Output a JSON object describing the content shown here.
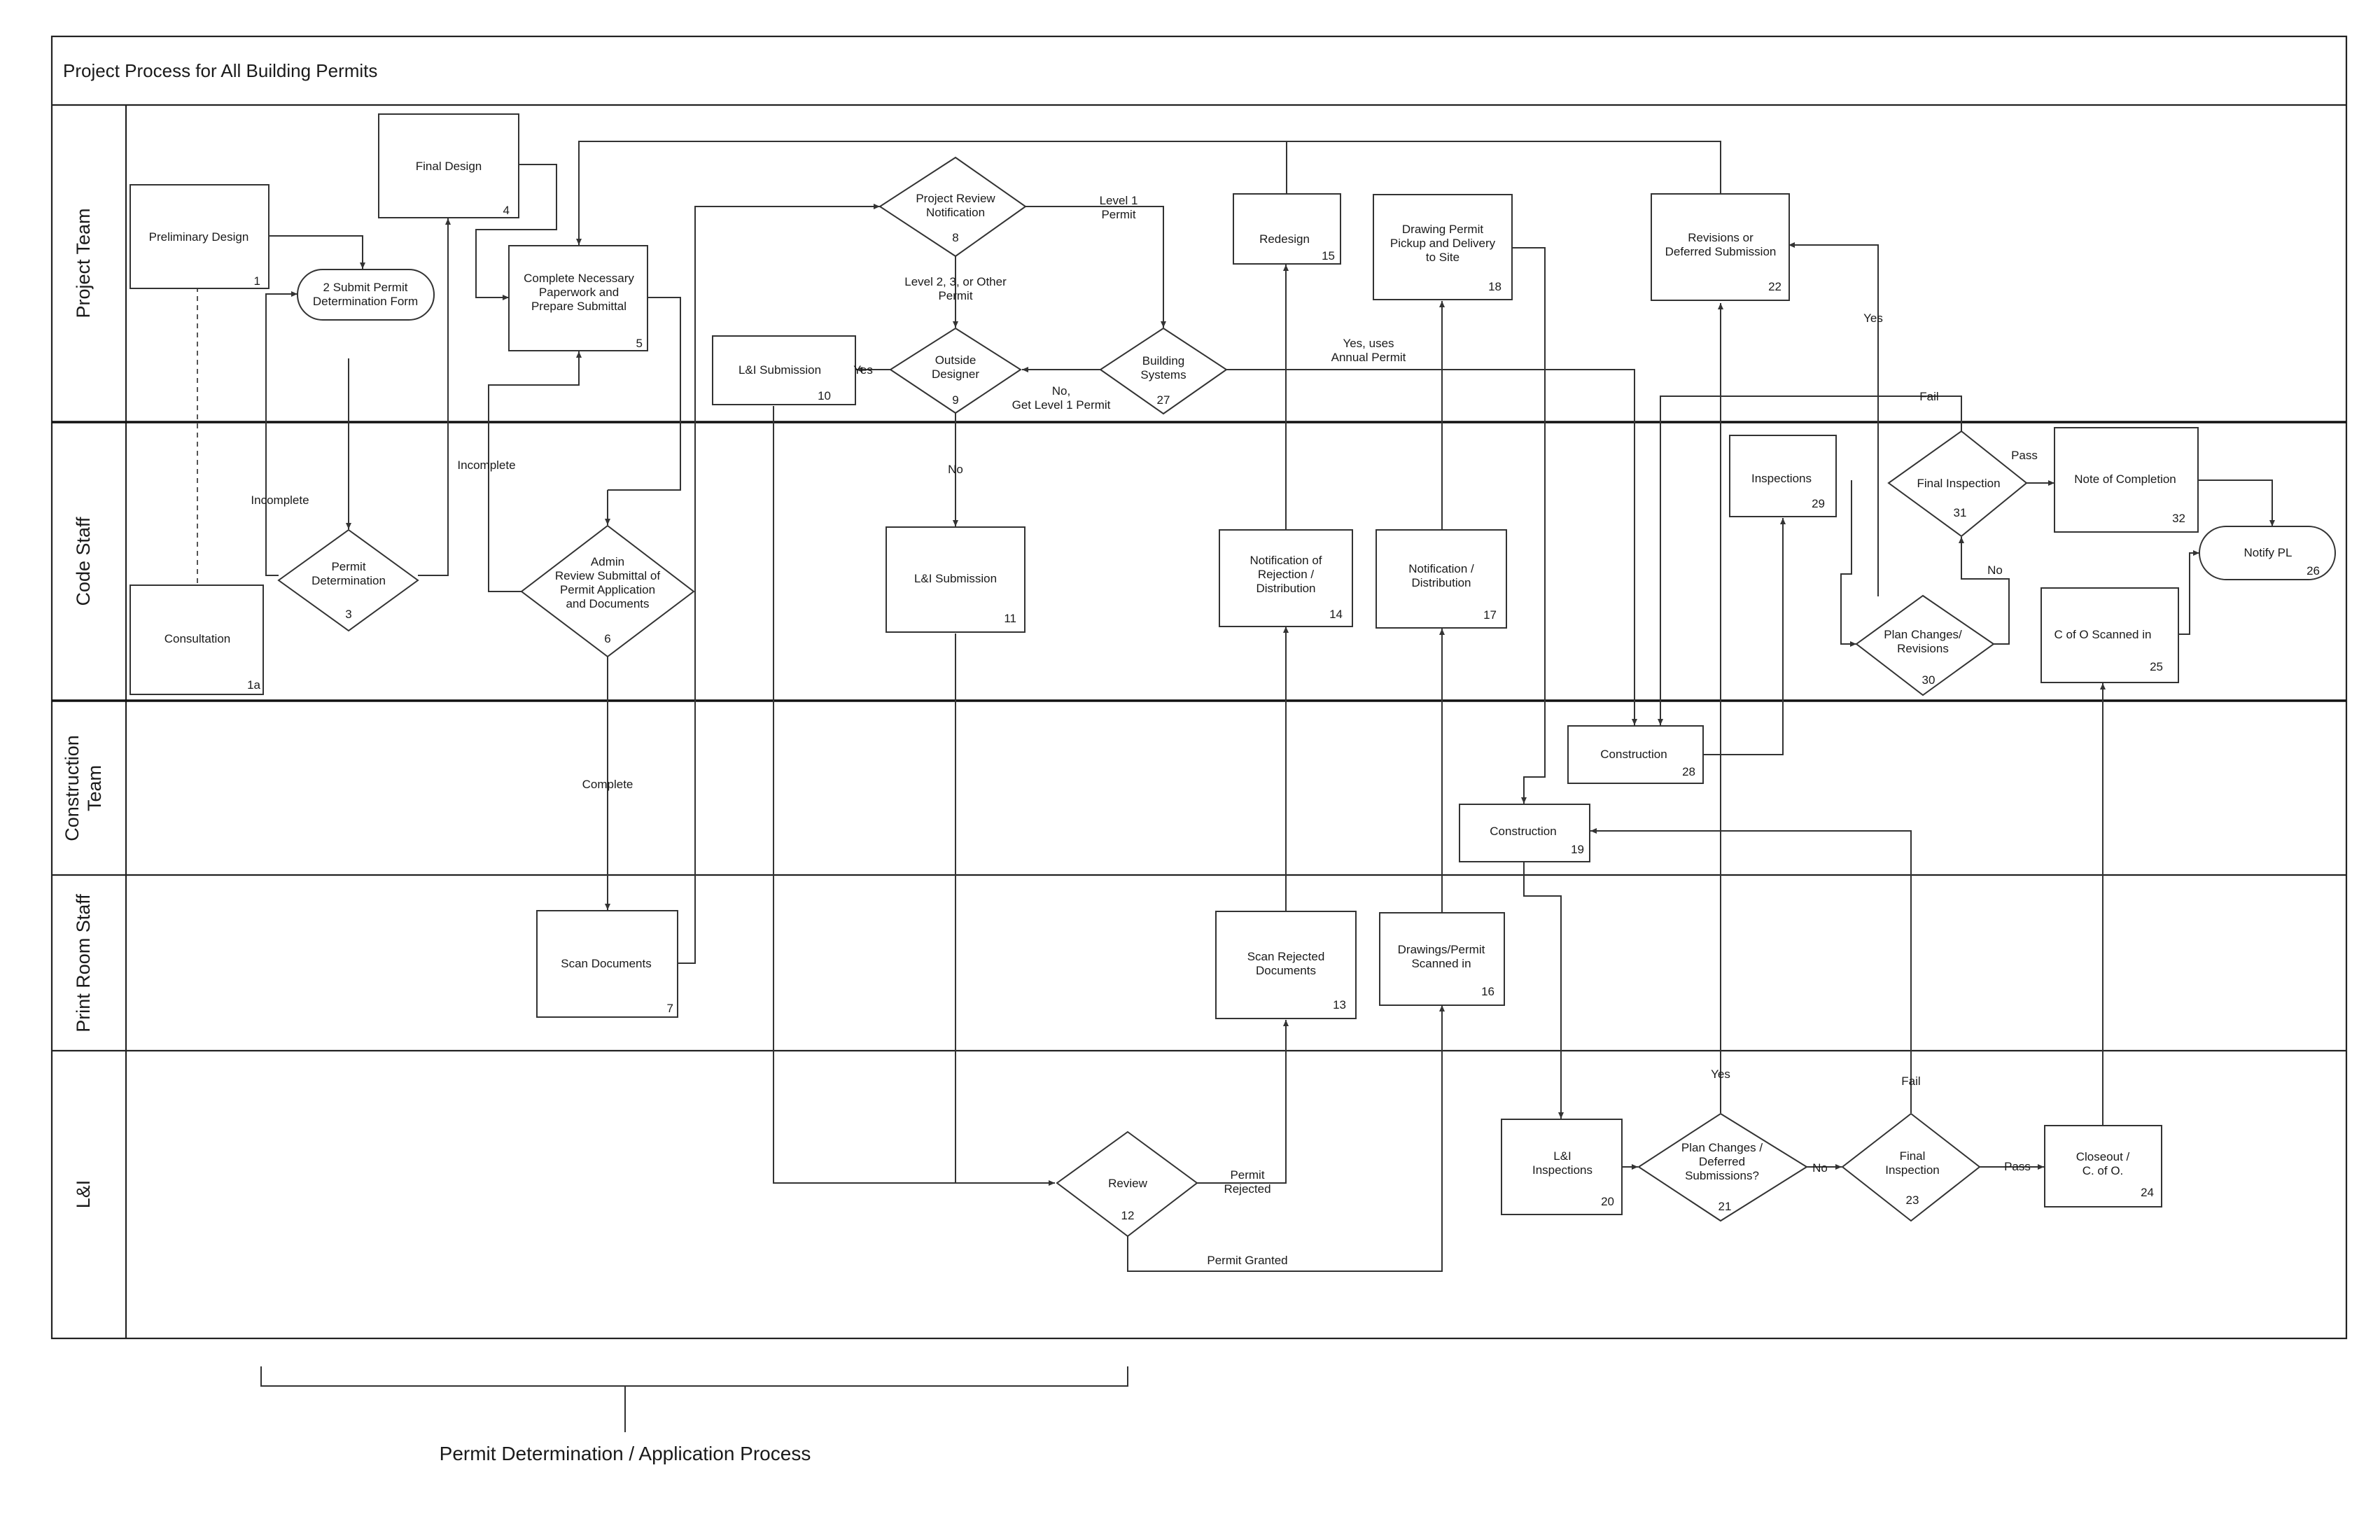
{
  "title": "Project Process for All Building Permits",
  "lanes": [
    {
      "lines": [
        "Project Team"
      ]
    },
    {
      "lines": [
        "Code Staff"
      ]
    },
    {
      "lines": [
        "Construction",
        "Team"
      ]
    },
    {
      "lines": [
        "Print Room Staff"
      ]
    },
    {
      "lines": [
        "L&I"
      ]
    }
  ],
  "nodes": {
    "n1": {
      "lines": [
        "Preliminary Design"
      ],
      "num": "1"
    },
    "n1a": {
      "lines": [
        "Consultation"
      ],
      "num": "1a"
    },
    "n2": {
      "lines": [
        "2  Submit Permit",
        "Determination Form"
      ]
    },
    "n3": {
      "lines": [
        "Permit",
        "Determination"
      ],
      "num": "3"
    },
    "n4": {
      "lines": [
        "Final Design"
      ],
      "num": "4"
    },
    "n5": {
      "lines": [
        "Complete Necessary",
        "Paperwork and",
        "Prepare Submittal"
      ],
      "num": "5"
    },
    "n6": {
      "lines": [
        "Admin",
        "Review Submittal of",
        "Permit Application",
        "and Documents"
      ],
      "num": "6"
    },
    "n7": {
      "lines": [
        "Scan Documents"
      ],
      "num": "7"
    },
    "n8": {
      "lines": [
        "Project Review",
        "Notification"
      ],
      "num": "8"
    },
    "n9": {
      "lines": [
        "Outside",
        "Designer"
      ],
      "num": "9"
    },
    "n10": {
      "lines": [
        "L&I Submission"
      ],
      "num": "10"
    },
    "n11": {
      "lines": [
        "L&I Submission"
      ],
      "num": "11"
    },
    "n12": {
      "lines": [
        "Review"
      ],
      "num": "12"
    },
    "n13": {
      "lines": [
        "Scan Rejected",
        "Documents"
      ],
      "num": "13"
    },
    "n14": {
      "lines": [
        "Notification of",
        "Rejection /",
        "Distribution"
      ],
      "num": "14"
    },
    "n15": {
      "lines": [
        "Redesign"
      ],
      "num": "15"
    },
    "n16": {
      "lines": [
        "Drawings/Permit",
        "Scanned in"
      ],
      "num": "16"
    },
    "n17": {
      "lines": [
        "Notification /",
        "Distribution"
      ],
      "num": "17"
    },
    "n18": {
      "lines": [
        "Drawing Permit",
        "Pickup and Delivery",
        "to Site"
      ],
      "num": "18"
    },
    "n19": {
      "lines": [
        "Construction"
      ],
      "num": "19"
    },
    "n20": {
      "lines": [
        "L&I",
        "Inspections"
      ],
      "num": "20"
    },
    "n21": {
      "lines": [
        "Plan Changes /",
        "Deferred",
        "Submissions?"
      ],
      "num": "21"
    },
    "n22": {
      "lines": [
        "Revisions or",
        "Deferred Submission"
      ],
      "num": "22"
    },
    "n23": {
      "lines": [
        "Final",
        "Inspection"
      ],
      "num": "23"
    },
    "n24": {
      "lines": [
        "Closeout /",
        "C. of O."
      ],
      "num": "24"
    },
    "n25": {
      "lines": [
        "C of O Scanned in"
      ],
      "num": "25"
    },
    "n26": {
      "lines": [
        "Notify PL"
      ],
      "num": "26"
    },
    "n27": {
      "lines": [
        "Building",
        "Systems"
      ],
      "num": "27"
    },
    "n28": {
      "lines": [
        "Construction"
      ],
      "num": "28"
    },
    "n29": {
      "lines": [
        "Inspections"
      ],
      "num": "29"
    },
    "n30": {
      "lines": [
        "Plan Changes/",
        "Revisions"
      ],
      "num": "30"
    },
    "n31": {
      "lines": [
        "Final Inspection"
      ],
      "num": "31"
    },
    "n32": {
      "lines": [
        "Note of Completion"
      ],
      "num": "32"
    }
  },
  "edge_labels": {
    "incomplete_a": [
      "Incomplete"
    ],
    "incomplete_b": [
      "Incomplete"
    ],
    "complete": [
      "Complete"
    ],
    "level1": [
      "Level 1",
      "Permit"
    ],
    "level23": [
      "Level 2, 3, or Other",
      "Permit"
    ],
    "yes9": [
      "Yes"
    ],
    "no9": [
      "No"
    ],
    "no27": [
      "No,",
      "Get Level 1 Permit"
    ],
    "yes27": [
      "Yes, uses",
      "Annual Permit"
    ],
    "permit_rejected": [
      "Permit",
      "Rejected"
    ],
    "permit_granted": [
      "Permit Granted"
    ],
    "yes21": [
      "Yes"
    ],
    "no21": [
      "No"
    ],
    "fail23": [
      "Fail"
    ],
    "pass23": [
      "Pass"
    ],
    "yes30": [
      "Yes"
    ],
    "fail31": [
      "Fail"
    ],
    "pass31": [
      "Pass"
    ],
    "no31": [
      "No"
    ]
  },
  "footer": {
    "label": "Permit Determination / Application Process"
  }
}
